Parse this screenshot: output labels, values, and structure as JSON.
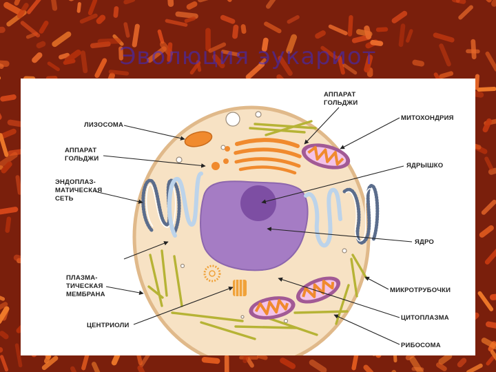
{
  "title": "Эволюция эукариот",
  "labels": {
    "golgi_top_1": "АППАРАТ",
    "golgi_top_2": "ГОЛЬДЖИ",
    "mitochondria": "МИТОХОНДРИЯ",
    "lysosome": "ЛИЗОСОМА",
    "golgi_left_1": "АППАРАТ",
    "golgi_left_2": "ГОЛЬДЖИ",
    "nucleolus": "ЯДРЫШКО",
    "er_1": "ЭНДОПЛАЗ-",
    "er_2": "МАТИЧЕСКАЯ",
    "er_3": "СЕТЬ",
    "nucleus": "ЯДРО",
    "membrane_1": "ПЛАЗМА-",
    "membrane_2": "ТИЧЕСКАЯ",
    "membrane_3": "МЕМБРАНА",
    "microtubules": "МИКРОТРУБОЧКИ",
    "centrioles": "ЦЕНТРИОЛИ",
    "cytoplasm": "ЦИТОПЛАЗМА",
    "ribosome": "РИБОСОМА"
  },
  "colors": {
    "background": "#7a1f0c",
    "title": "#3a2cd0",
    "cytoplasm_fill": "#f7e2c4",
    "membrane": "#e0b98a",
    "nucleus": "#a57cc4",
    "nucleolus": "#7d4ea3",
    "golgi": "#f08a2e",
    "mitochondria_outer": "#a25a95",
    "mitochondria_inner": "#f08a2e",
    "er_rough": "#5b6d8c",
    "er_smooth": "#bcd3ea",
    "microtubules": "#b6b335"
  }
}
